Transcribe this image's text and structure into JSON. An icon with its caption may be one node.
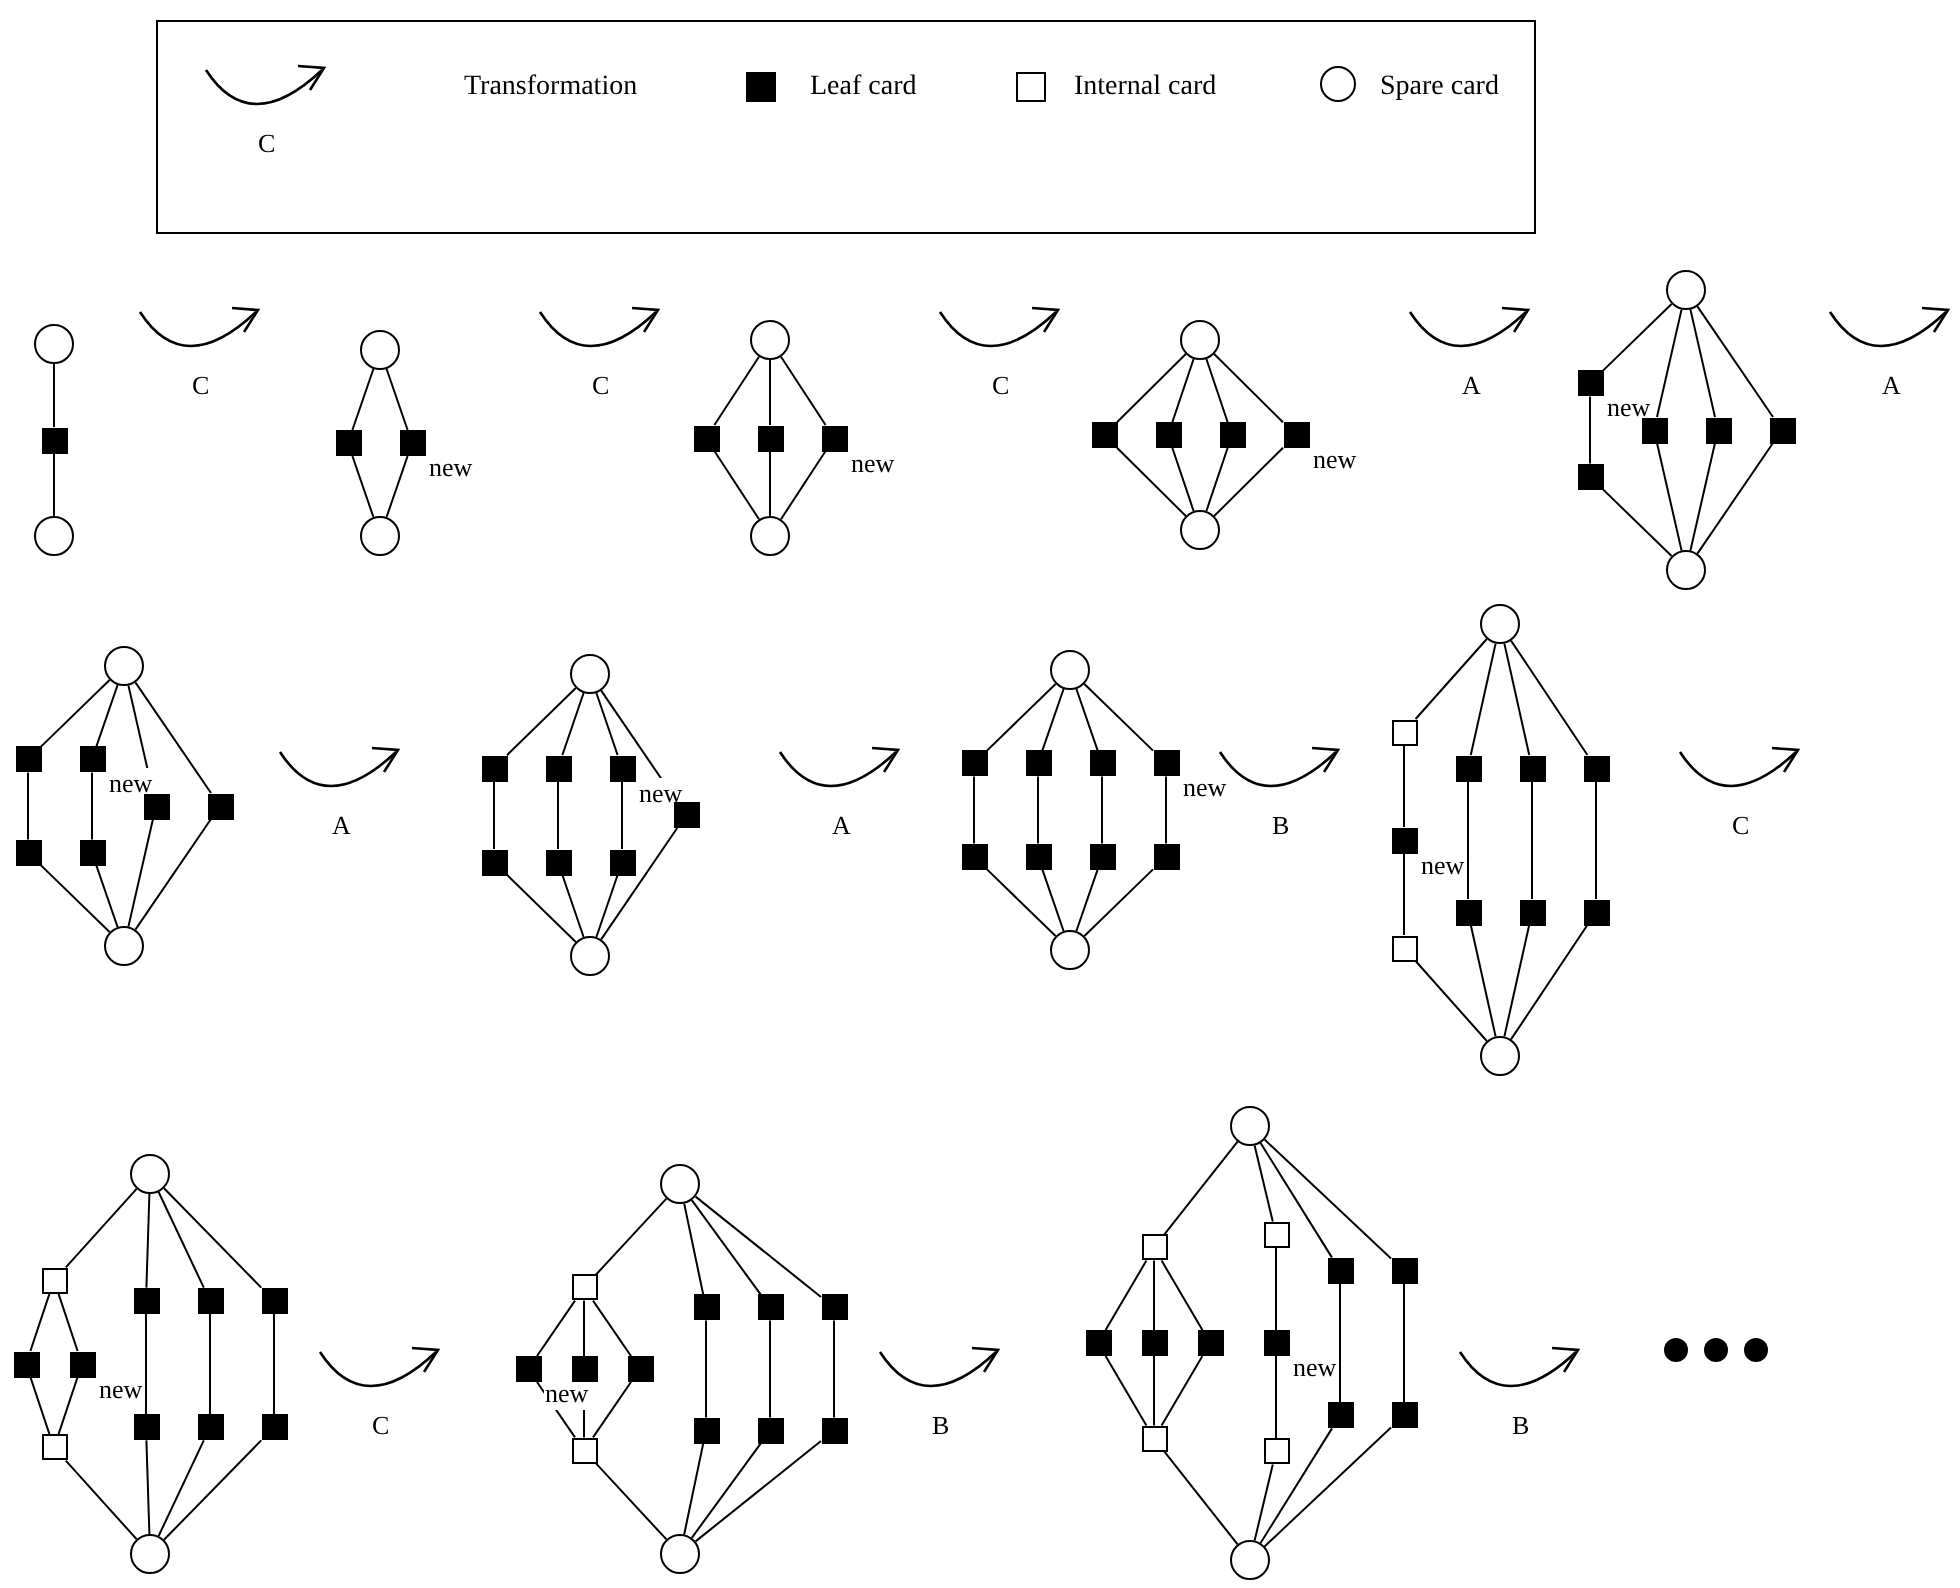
{
  "diagram": {
    "nodes": [
      {
        "text": [],
        "shape": "circle"
      },
      {
        "text": [],
        "shape": "box"
      },
      {
        "text": [],
        "shape": "circle"
      },
      {
        "text": [],
        "shape": "circle"
      },
      {
        "text": [],
        "shape": "box"
      },
      {
        "text": [],
        "shape": "box",
        "beside": [
          "new"
        ]
      },
      {
        "text": [],
        "shape": "circle"
      },
      {
        "text": [],
        "shape": "circle"
      },
      {
        "text": [],
        "shape": "box"
      },
      {
        "text": [],
        "shape": "box"
      },
      {
        "text": [],
        "shape": "box",
        "beside": [
          "new"
        ]
      },
      {
        "text": [],
        "shape": "circle"
      },
      {
        "text": [],
        "shape": "circle"
      },
      {
        "text": [],
        "shape": "box"
      },
      {
        "text": [],
        "shape": "box"
      },
      {
        "text": [],
        "shape": "box"
      },
      {
        "text": [],
        "shape": "box",
        "beside": [
          "new"
        ]
      },
      {
        "text": [],
        "shape": "circle"
      },
      {
        "text": [],
        "shape": "circle"
      },
      {
        "text": [],
        "shape": "box",
        "beside": [
          "new"
        ]
      },
      {
        "text": [],
        "shape": "box"
      },
      {
        "text": [],
        "shape": "box"
      },
      {
        "text": [],
        "shape": "box"
      },
      {
        "text": [],
        "shape": "box"
      },
      {
        "text": [],
        "shape": "circle"
      },
      {
        "text": [],
        "shape": "circle"
      },
      {
        "text": [],
        "shape": "box"
      },
      {
        "text": [],
        "shape": "box"
      },
      {
        "text": [],
        "shape": "box",
        "beside": [
          "new"
        ]
      },
      {
        "text": [],
        "shape": "box"
      },
      {
        "text": [],
        "shape": "box"
      },
      {
        "text": [],
        "shape": "box"
      },
      {
        "text": [],
        "shape": "circle"
      },
      {
        "text": [],
        "shape": "circle"
      },
      {
        "text": [],
        "shape": "box"
      },
      {
        "text": [],
        "shape": "box"
      },
      {
        "text": [],
        "shape": "box"
      },
      {
        "text": [],
        "shape": "box"
      },
      {
        "text": [],
        "shape": "box",
        "beside": [
          "new"
        ]
      },
      {
        "text": [],
        "shape": "box"
      },
      {
        "text": [],
        "shape": "box"
      },
      {
        "text": [],
        "shape": "circle"
      },
      {
        "text": [],
        "shape": "circle"
      },
      {
        "text": [],
        "shape": "box"
      },
      {
        "text": [],
        "shape": "box"
      },
      {
        "text": [],
        "shape": "box"
      },
      {
        "text": [],
        "shape": "box"
      },
      {
        "text": [],
        "shape": "box"
      },
      {
        "text": [],
        "shape": "box"
      },
      {
        "text": [],
        "shape": "box",
        "beside": [
          "new"
        ]
      },
      {
        "text": [],
        "shape": "box"
      },
      {
        "text": [],
        "shape": "circle"
      },
      {
        "text": [],
        "shape": "circle"
      },
      {
        "text": [],
        "shape": "box"
      },
      {
        "text": [],
        "shape": "box",
        "beside": [
          "new"
        ]
      },
      {
        "text": [],
        "shape": "box"
      },
      {
        "text": [],
        "shape": "box"
      },
      {
        "text": [],
        "shape": "box"
      },
      {
        "text": [],
        "shape": "box"
      },
      {
        "text": [],
        "shape": "box"
      },
      {
        "text": [],
        "shape": "box"
      },
      {
        "text": [],
        "shape": "box"
      },
      {
        "text": [],
        "shape": "circle"
      },
      {
        "text": [],
        "shape": "circle"
      },
      {
        "text": [],
        "shape": "box"
      },
      {
        "text": [],
        "shape": "box"
      },
      {
        "text": [],
        "shape": "box",
        "beside": [
          "new"
        ]
      },
      {
        "text": [],
        "shape": "box"
      },
      {
        "text": [],
        "shape": "box"
      },
      {
        "text": [],
        "shape": "box"
      },
      {
        "text": [],
        "shape": "box"
      },
      {
        "text": [],
        "shape": "box"
      },
      {
        "text": [],
        "shape": "box"
      },
      {
        "text": [],
        "shape": "box"
      },
      {
        "text": [],
        "shape": "circle"
      },
      {
        "text": [],
        "shape": "circle"
      },
      {
        "text": [],
        "shape": "box"
      },
      {
        "text": [],
        "shape": "box",
        "beside": [
          "new"
        ]
      },
      {
        "text": [],
        "shape": "box"
      },
      {
        "text": [],
        "shape": "box"
      },
      {
        "text": [],
        "shape": "box"
      },
      {
        "text": [],
        "shape": "box"
      },
      {
        "text": [],
        "shape": "box"
      },
      {
        "text": [],
        "shape": "box"
      },
      {
        "text": [],
        "shape": "box"
      },
      {
        "text": [],
        "shape": "box"
      },
      {
        "text": [],
        "shape": "box"
      },
      {
        "text": [],
        "shape": "circle"
      },
      {
        "text": [],
        "shape": "circle"
      },
      {
        "text": [],
        "shape": "box"
      },
      {
        "text": [],
        "shape": "box"
      },
      {
        "text": [],
        "shape": "box"
      },
      {
        "text": [],
        "shape": "box"
      },
      {
        "text": [],
        "shape": "box"
      },
      {
        "text": [],
        "shape": "box"
      },
      {
        "text": [],
        "shape": "box",
        "beside": [
          "new"
        ]
      },
      {
        "text": [],
        "shape": "box"
      },
      {
        "text": [],
        "shape": "box"
      },
      {
        "text": [],
        "shape": "box"
      },
      {
        "text": [],
        "shape": "box"
      },
      {
        "text": [],
        "shape": "box"
      },
      {
        "text": [],
        "shape": "circle"
      }
    ],
    "edges": [
      {
        "from": 0,
        "to": 1,
        "arrow": "none"
      },
      {
        "from": 1,
        "to": 2,
        "arrow": "none"
      },
      {
        "from": 3,
        "to": 4,
        "arrow": "none"
      },
      {
        "from": 4,
        "to": 6,
        "arrow": "none"
      },
      {
        "from": 3,
        "to": 5,
        "arrow": "none"
      },
      {
        "from": 5,
        "to": 6,
        "arrow": "none"
      },
      {
        "from": 7,
        "to": 8,
        "arrow": "none"
      },
      {
        "from": 8,
        "to": 11,
        "arrow": "none"
      },
      {
        "from": 7,
        "to": 9,
        "arrow": "none"
      },
      {
        "from": 9,
        "to": 11,
        "arrow": "none"
      },
      {
        "from": 7,
        "to": 10,
        "arrow": "none"
      },
      {
        "from": 10,
        "to": 11,
        "arrow": "none"
      },
      {
        "from": 12,
        "to": 13,
        "arrow": "none"
      },
      {
        "from": 13,
        "to": 17,
        "arrow": "none"
      },
      {
        "from": 12,
        "to": 14,
        "arrow": "none"
      },
      {
        "from": 14,
        "to": 17,
        "arrow": "none"
      },
      {
        "from": 12,
        "to": 15,
        "arrow": "none"
      },
      {
        "from": 15,
        "to": 17,
        "arrow": "none"
      },
      {
        "from": 12,
        "to": 16,
        "arrow": "none"
      },
      {
        "from": 16,
        "to": 17,
        "arrow": "none"
      },
      {
        "from": 18,
        "to": 19,
        "arrow": "none"
      },
      {
        "from": 19,
        "to": 20,
        "arrow": "none"
      },
      {
        "from": 20,
        "to": 24,
        "arrow": "none"
      },
      {
        "from": 18,
        "to": 21,
        "arrow": "none"
      },
      {
        "from": 21,
        "to": 24,
        "arrow": "none"
      },
      {
        "from": 18,
        "to": 22,
        "arrow": "none"
      },
      {
        "from": 22,
        "to": 24,
        "arrow": "none"
      },
      {
        "from": 18,
        "to": 23,
        "arrow": "none"
      },
      {
        "from": 23,
        "to": 24,
        "arrow": "none"
      },
      {
        "from": 25,
        "to": 26,
        "arrow": "none"
      },
      {
        "from": 26,
        "to": 27,
        "arrow": "none"
      },
      {
        "from": 27,
        "to": 32,
        "arrow": "none"
      },
      {
        "from": 25,
        "to": 28,
        "arrow": "none"
      },
      {
        "from": 28,
        "to": 29,
        "arrow": "none"
      },
      {
        "from": 29,
        "to": 32,
        "arrow": "none"
      },
      {
        "from": 25,
        "to": 30,
        "arrow": "none"
      },
      {
        "from": 30,
        "to": 32,
        "arrow": "none"
      },
      {
        "from": 25,
        "to": 31,
        "arrow": "none"
      },
      {
        "from": 31,
        "to": 32,
        "arrow": "none"
      },
      {
        "from": 33,
        "to": 34,
        "arrow": "none"
      },
      {
        "from": 34,
        "to": 35,
        "arrow": "none"
      },
      {
        "from": 35,
        "to": 41,
        "arrow": "none"
      },
      {
        "from": 33,
        "to": 36,
        "arrow": "none"
      },
      {
        "from": 36,
        "to": 37,
        "arrow": "none"
      },
      {
        "from": 37,
        "to": 41,
        "arrow": "none"
      },
      {
        "from": 33,
        "to": 38,
        "arrow": "none"
      },
      {
        "from": 38,
        "to": 39,
        "arrow": "none"
      },
      {
        "from": 39,
        "to": 41,
        "arrow": "none"
      },
      {
        "from": 33,
        "to": 40,
        "arrow": "none"
      },
      {
        "from": 40,
        "to": 41,
        "arrow": "none"
      },
      {
        "from": 42,
        "to": 43,
        "arrow": "none"
      },
      {
        "from": 43,
        "to": 44,
        "arrow": "none"
      },
      {
        "from": 44,
        "to": 51,
        "arrow": "none"
      },
      {
        "from": 42,
        "to": 45,
        "arrow": "none"
      },
      {
        "from": 45,
        "to": 46,
        "arrow": "none"
      },
      {
        "from": 46,
        "to": 51,
        "arrow": "none"
      },
      {
        "from": 42,
        "to": 47,
        "arrow": "none"
      },
      {
        "from": 47,
        "to": 48,
        "arrow": "none"
      },
      {
        "from": 48,
        "to": 51,
        "arrow": "none"
      },
      {
        "from": 42,
        "to": 49,
        "arrow": "none"
      },
      {
        "from": 49,
        "to": 50,
        "arrow": "none"
      },
      {
        "from": 50,
        "to": 51,
        "arrow": "none"
      },
      {
        "from": 52,
        "to": 53,
        "arrow": "none"
      },
      {
        "from": 53,
        "to": 54,
        "arrow": "none"
      },
      {
        "from": 54,
        "to": 55,
        "arrow": "none"
      },
      {
        "from": 55,
        "to": 62,
        "arrow": "none"
      },
      {
        "from": 52,
        "to": 56,
        "arrow": "none"
      },
      {
        "from": 56,
        "to": 57,
        "arrow": "none"
      },
      {
        "from": 57,
        "to": 62,
        "arrow": "none"
      },
      {
        "from": 52,
        "to": 58,
        "arrow": "none"
      },
      {
        "from": 58,
        "to": 59,
        "arrow": "none"
      },
      {
        "from": 59,
        "to": 62,
        "arrow": "none"
      },
      {
        "from": 52,
        "to": 60,
        "arrow": "none"
      },
      {
        "from": 60,
        "to": 61,
        "arrow": "none"
      },
      {
        "from": 61,
        "to": 62,
        "arrow": "none"
      },
      {
        "from": 63,
        "to": 64,
        "arrow": "none"
      },
      {
        "from": 64,
        "to": 65,
        "arrow": "none"
      },
      {
        "from": 64,
        "to": 66,
        "arrow": "none"
      },
      {
        "from": 65,
        "to": 67,
        "arrow": "none"
      },
      {
        "from": 66,
        "to": 67,
        "arrow": "none"
      },
      {
        "from": 67,
        "to": 74,
        "arrow": "none"
      },
      {
        "from": 63,
        "to": 68,
        "arrow": "none"
      },
      {
        "from": 68,
        "to": 69,
        "arrow": "none"
      },
      {
        "from": 69,
        "to": 74,
        "arrow": "none"
      },
      {
        "from": 63,
        "to": 70,
        "arrow": "none"
      },
      {
        "from": 70,
        "to": 71,
        "arrow": "none"
      },
      {
        "from": 71,
        "to": 74,
        "arrow": "none"
      },
      {
        "from": 63,
        "to": 72,
        "arrow": "none"
      },
      {
        "from": 72,
        "to": 73,
        "arrow": "none"
      },
      {
        "from": 73,
        "to": 74,
        "arrow": "none"
      },
      {
        "from": 75,
        "to": 76,
        "arrow": "none"
      },
      {
        "from": 76,
        "to": 77,
        "arrow": "none"
      },
      {
        "from": 76,
        "to": 78,
        "arrow": "none"
      },
      {
        "from": 76,
        "to": 79,
        "arrow": "none"
      },
      {
        "from": 77,
        "to": 80,
        "arrow": "none"
      },
      {
        "from": 78,
        "to": 80,
        "arrow": "none"
      },
      {
        "from": 79,
        "to": 80,
        "arrow": "none"
      },
      {
        "from": 80,
        "to": 87,
        "arrow": "none"
      },
      {
        "from": 75,
        "to": 81,
        "arrow": "none"
      },
      {
        "from": 81,
        "to": 82,
        "arrow": "none"
      },
      {
        "from": 82,
        "to": 87,
        "arrow": "none"
      },
      {
        "from": 75,
        "to": 83,
        "arrow": "none"
      },
      {
        "from": 83,
        "to": 84,
        "arrow": "none"
      },
      {
        "from": 84,
        "to": 87,
        "arrow": "none"
      },
      {
        "from": 75,
        "to": 85,
        "arrow": "none"
      },
      {
        "from": 85,
        "to": 86,
        "arrow": "none"
      },
      {
        "from": 86,
        "to": 87,
        "arrow": "none"
      },
      {
        "from": 88,
        "to": 89,
        "arrow": "none"
      },
      {
        "from": 89,
        "to": 90,
        "arrow": "none"
      },
      {
        "from": 89,
        "to": 91,
        "arrow": "none"
      },
      {
        "from": 89,
        "to": 92,
        "arrow": "none"
      },
      {
        "from": 90,
        "to": 93,
        "arrow": "none"
      },
      {
        "from": 91,
        "to": 93,
        "arrow": "none"
      },
      {
        "from": 92,
        "to": 93,
        "arrow": "none"
      },
      {
        "from": 93,
        "to": 101,
        "arrow": "none"
      },
      {
        "from": 88,
        "to": 94,
        "arrow": "none"
      },
      {
        "from": 94,
        "to": 95,
        "arrow": "none"
      },
      {
        "from": 95,
        "to": 96,
        "arrow": "none"
      },
      {
        "from": 96,
        "to": 101,
        "arrow": "none"
      },
      {
        "from": 88,
        "to": 97,
        "arrow": "none"
      },
      {
        "from": 97,
        "to": 98,
        "arrow": "none"
      },
      {
        "from": 98,
        "to": 101,
        "arrow": "none"
      },
      {
        "from": 88,
        "to": 99,
        "arrow": "none"
      },
      {
        "from": 99,
        "to": 100,
        "arrow": "none"
      },
      {
        "from": 100,
        "to": 101,
        "arrow": "none"
      }
    ],
    "labels": [
      "C",
      "C",
      "C",
      "C",
      "A",
      "A",
      "A",
      "A",
      "B",
      "C",
      "C",
      "B",
      "B"
    ],
    "legend": [
      {
        "text": "Transformation"
      },
      {
        "text": "Leaf card"
      },
      {
        "text": "Internal card"
      },
      {
        "text": "Spare card"
      }
    ]
  }
}
